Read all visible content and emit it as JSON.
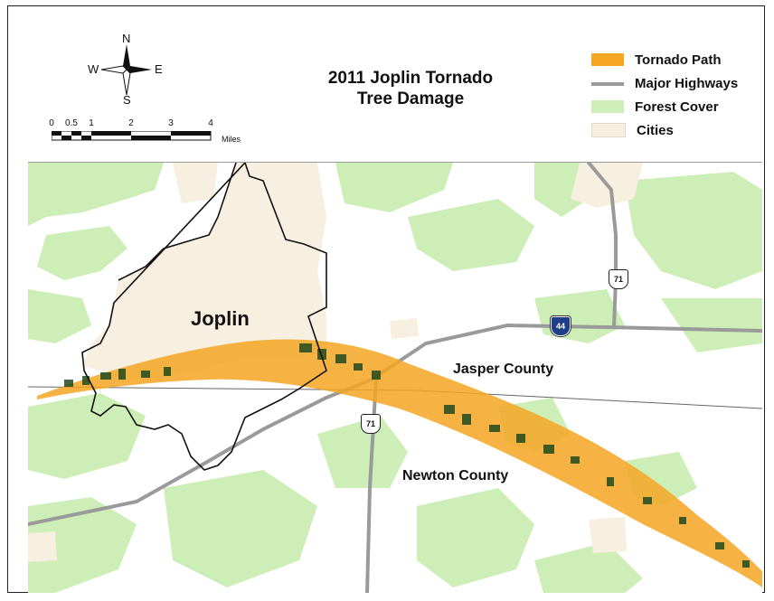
{
  "title": {
    "line1": "2011 Joplin Tornado",
    "line2": "Tree Damage"
  },
  "legend": {
    "items": [
      {
        "label": "Tornado Path",
        "color": "#f5a623",
        "kind": "fill"
      },
      {
        "label": "Major Highways",
        "color": "#9a9a9a",
        "kind": "line"
      },
      {
        "label": "Forest Cover",
        "color": "#cdeeb6",
        "kind": "fill"
      },
      {
        "label": "Cities",
        "color": "#f7efdf",
        "kind": "fill"
      }
    ]
  },
  "compass": {
    "n": "N",
    "s": "S",
    "e": "E",
    "w": "W"
  },
  "scalebar": {
    "ticks": [
      "0",
      "0.5",
      "1",
      "2",
      "3",
      "4"
    ],
    "unit": "Miles"
  },
  "map": {
    "city_label": "Joplin",
    "county_north": "Jasper County",
    "county_south": "Newton County",
    "shields": {
      "us71_north": "71",
      "i44": "44",
      "us71_south": "71"
    }
  },
  "colors": {
    "tornado": "#f5a623",
    "forest": "#cdeeb6",
    "city": "#f7efdf",
    "highway": "#9a9a9a",
    "damage": "#1f4a1f",
    "boundary": "#111111"
  }
}
